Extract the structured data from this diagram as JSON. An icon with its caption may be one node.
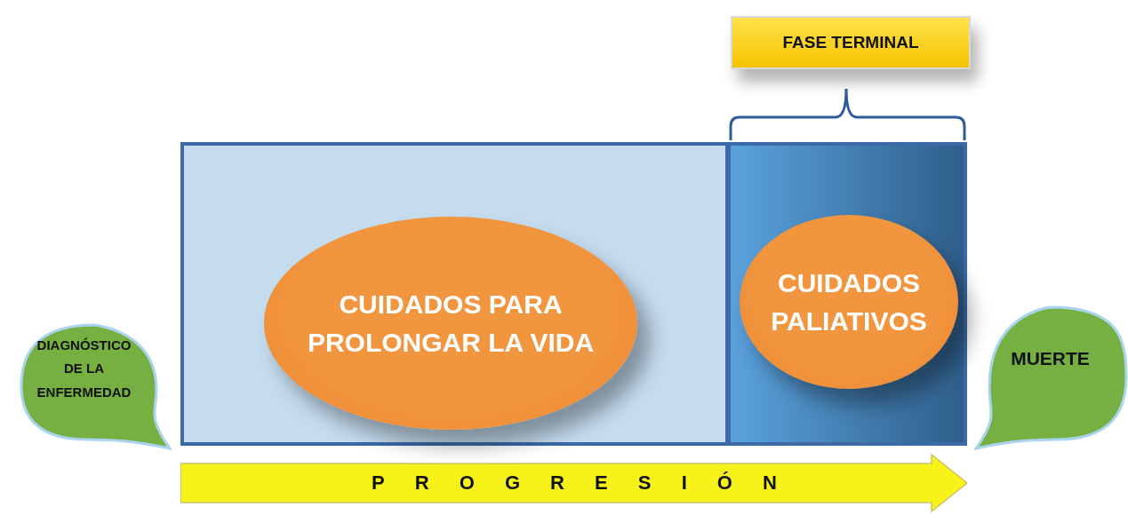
{
  "diagram": {
    "nodes": [
      {
        "text": [
          "DIAGNÓSTICO DE LA ENFERMEDAD"
        ]
      },
      {
        "text": [],
        "shape": "box"
      },
      {
        "text": [
          "CUIDADOS PARA PROLONGAR LA VIDA"
        ],
        "in": 1
      },
      {
        "text": [],
        "shape": "box"
      },
      {
        "text": [
          "CUIDADOS PALIATIVOS"
        ],
        "in": 3
      },
      {
        "text": [
          "FASE TERMINAL"
        ]
      },
      {
        "text": [
          "MUERTE"
        ]
      },
      {
        "text": [
          "PROGRESIÓN"
        ]
      }
    ]
  }
}
